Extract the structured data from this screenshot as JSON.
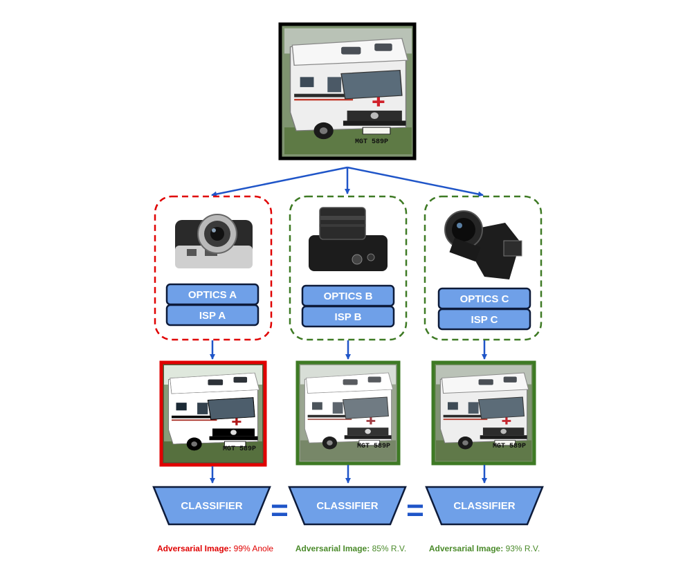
{
  "input_image": {
    "plate_text": "MGT 589P"
  },
  "cameras": [
    {
      "optics_label": "OPTICS A",
      "isp_label": "ISP A",
      "status_color": "#e00000"
    },
    {
      "optics_label": "OPTICS B",
      "isp_label": "ISP B",
      "status_color": "#3e7a24"
    },
    {
      "optics_label": "OPTICS C",
      "isp_label": "ISP C",
      "status_color": "#3e7a24"
    }
  ],
  "outputs": [
    {
      "plate_text": "MGT 589P",
      "frame_color": "#e00000"
    },
    {
      "plate_text": "MGT 589P",
      "frame_color": "#3e7a24"
    },
    {
      "plate_text": "MGT 589P",
      "frame_color": "#3e7a24"
    }
  ],
  "classifiers": [
    {
      "label": "CLASSIFIER"
    },
    {
      "label": "CLASSIFIER"
    },
    {
      "label": "CLASSIFIER"
    }
  ],
  "equals_sign": "=",
  "captions": [
    {
      "lead": "Adversarial Image:",
      "value": "99% Anole"
    },
    {
      "lead": "Adversarial Image:",
      "value": "85% R.V."
    },
    {
      "lead": "Adversarial Image:",
      "value": "93% R.V."
    }
  ],
  "colors": {
    "arrow": "#1f55c8",
    "box_fill": "#6fa0e8",
    "box_stroke": "#0d1b3a",
    "adversarial": "#e00000",
    "benign": "#3e7a24"
  }
}
